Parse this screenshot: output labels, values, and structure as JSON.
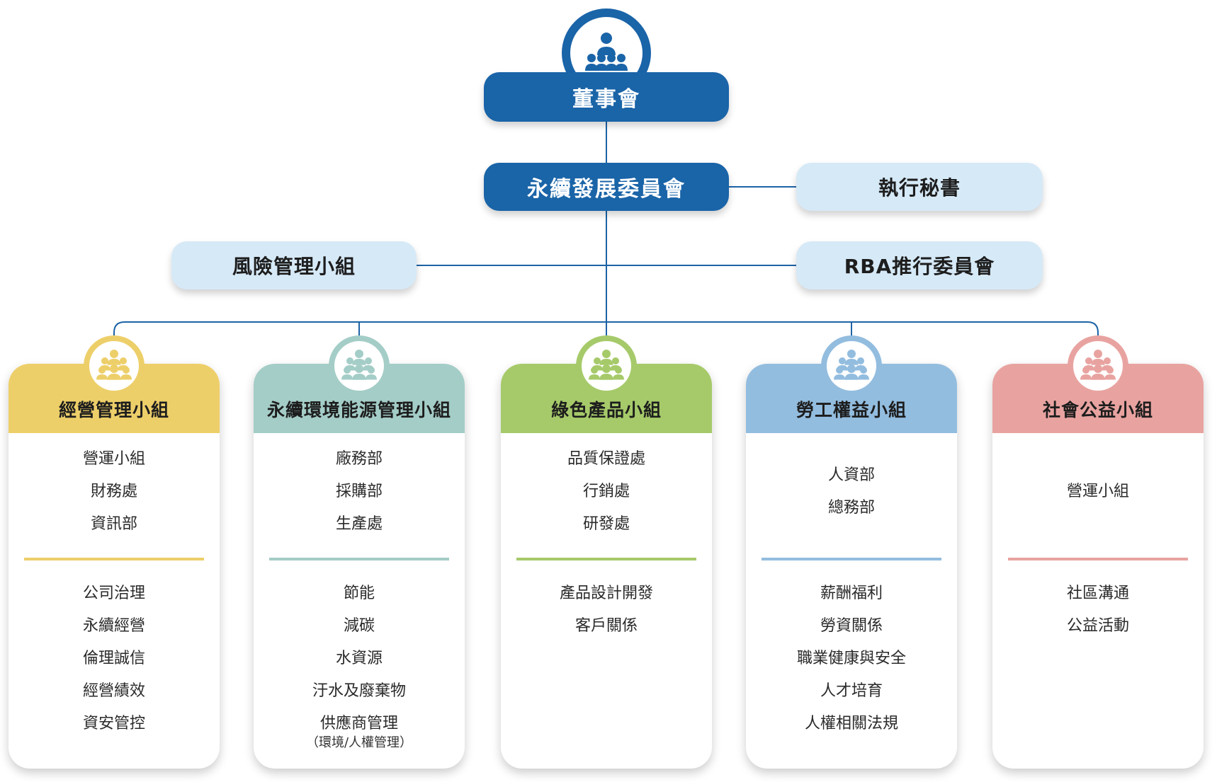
{
  "board": {
    "label": "董事會"
  },
  "committee": {
    "label": "永續發展委員會"
  },
  "secretary": {
    "label": "執行秘書"
  },
  "risk": {
    "label": "風險管理小組"
  },
  "rba": {
    "label": "RBA推行委員會"
  },
  "groups": [
    {
      "title": "經營管理小組",
      "color": "#edcf6a",
      "departments": [
        "營運小組",
        "財務處",
        "資訊部"
      ],
      "topics": [
        "公司治理",
        "永續經營",
        "倫理誠信",
        "經營績效",
        "資安管控"
      ],
      "topic_note": ""
    },
    {
      "title": "永續環境能源管理小組",
      "color": "#a4cdc7",
      "departments": [
        "廠務部",
        "採購部",
        "生產處"
      ],
      "topics": [
        "節能",
        "減碳",
        "水資源",
        "汙水及廢棄物",
        "供應商管理"
      ],
      "topic_note": "（環境/人權管理）"
    },
    {
      "title": "綠色產品小組",
      "color": "#a6ca6a",
      "departments": [
        "品質保證處",
        "行銷處",
        "研發處"
      ],
      "topics": [
        "產品設計開發",
        "客戶關係"
      ],
      "topic_note": ""
    },
    {
      "title": "勞工權益小組",
      "color": "#93bddf",
      "departments": [
        "人資部",
        "總務部"
      ],
      "topics": [
        "薪酬福利",
        "勞資關係",
        "職業健康與安全",
        "人才培育",
        "人權相關法規"
      ],
      "topic_note": ""
    },
    {
      "title": "社會公益小組",
      "color": "#e8a3a0",
      "departments": [
        "營運小組"
      ],
      "topics": [
        "社區溝通",
        "公益活動"
      ],
      "topic_note": ""
    }
  ],
  "icons": {
    "board": "board-members-icon",
    "group": "team-group-icon"
  },
  "colors": {
    "primary": "#1a64a8",
    "light": "#d6e9f7"
  }
}
